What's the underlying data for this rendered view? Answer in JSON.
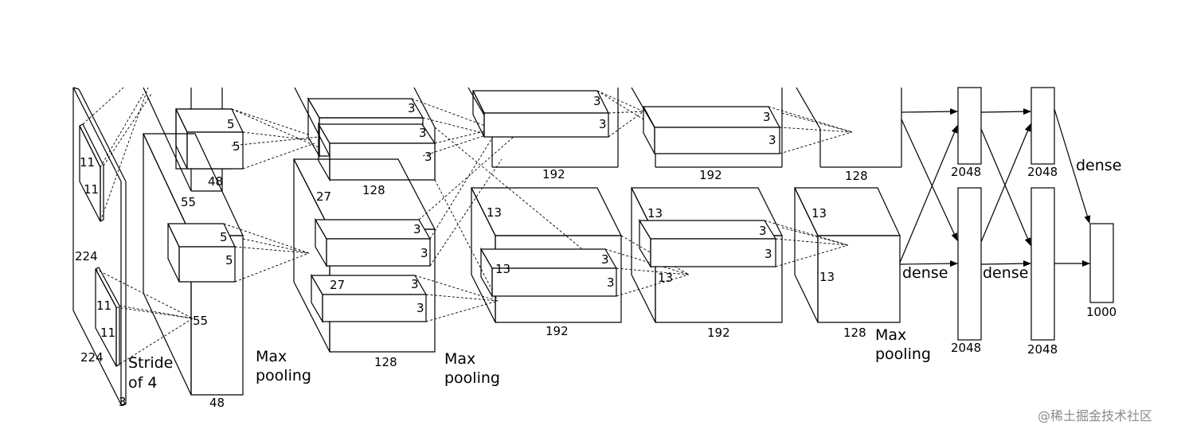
{
  "labels": {
    "in_224_side": "224",
    "in_224_bottom": "224",
    "in_3": "3",
    "k11_a": "11",
    "k11_b": "11",
    "k11_c": "11",
    "k11_d": "11",
    "stride_1": "Stride",
    "stride_2": "of 4",
    "c1_55_side": "55",
    "c1_55_bottom": "55",
    "c1_5_a": "5",
    "c1_5_b": "5",
    "c1_5_c": "5",
    "c1_5_d": "5",
    "c1_48_top": "48",
    "c1_48_bottom": "48",
    "mp1_1": "Max",
    "mp1_2": "pooling",
    "c2_3_a": "3",
    "c2_3_b": "3",
    "c2_3_c": "3",
    "c2_3_d": "3",
    "c2_3_e": "3",
    "c2_3_f": "3",
    "c2_27_a": "27",
    "c2_27_b": "27",
    "c2_128_top": "128",
    "c2_128_bottom": "128",
    "mp2_1": "Max",
    "mp2_2": "pooling",
    "c3_3_a": "3",
    "c3_3_b": "3",
    "c3_3_c": "3",
    "c3_3_d": "3",
    "c3_13_a": "13",
    "c3_13_b": "13",
    "c3_192_top": "192",
    "c3_192_bottom": "192",
    "c4_3_a": "3",
    "c4_3_b": "3",
    "c4_3_c": "3",
    "c4_3_d": "3",
    "c4_13_a": "13",
    "c4_13_b": "13",
    "c4_192_top": "192",
    "c4_192_bottom": "192",
    "c5_13_a": "13",
    "c5_13_b": "13",
    "c5_128_top": "128",
    "c5_128_bottom": "128",
    "mp3_1": "Max",
    "mp3_2": "pooling",
    "dense_1": "dense",
    "dense_2": "dense",
    "dense_3": "dense",
    "fc6_top": "2048",
    "fc6_bottom": "2048",
    "fc7_top": "2048",
    "fc7_bottom": "2048",
    "out_1000": "1000",
    "watermark": "@稀土掘金技术社区"
  }
}
